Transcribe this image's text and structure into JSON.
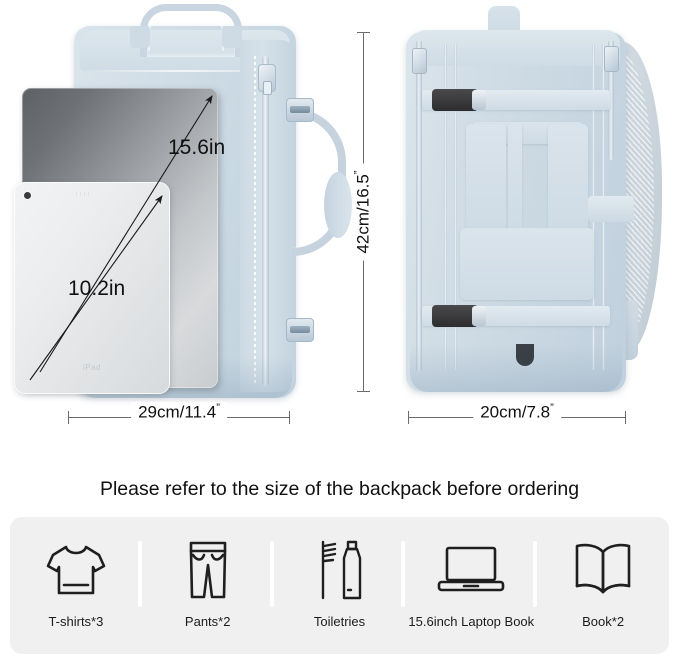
{
  "product": {
    "front_view": {
      "alt": "backpack-front-view",
      "laptop": {
        "label": "15.6in",
        "icon": "laptop-device"
      },
      "tablet": {
        "label": "10.2in",
        "icon": "tablet-device",
        "brand_text": "iPad"
      },
      "width_dim": {
        "value": "29cm/11.4",
        "unit_mark": "”"
      }
    },
    "side_view": {
      "alt": "backpack-side-view",
      "height_dim": {
        "value": "42cm/16.5",
        "unit_mark": "”"
      },
      "width_dim": {
        "value": "20cm/7.8",
        "unit_mark": "”"
      }
    }
  },
  "headline": "Please refer to the size of the backpack before ordering",
  "capacity": {
    "items": [
      {
        "icon": "tshirt-icon",
        "label": "T-shirts*3"
      },
      {
        "icon": "pants-icon",
        "label": "Pants*2"
      },
      {
        "icon": "toiletries-icon",
        "label": "Toiletries"
      },
      {
        "icon": "laptop-icon",
        "label": "15.6inch Laptop Book"
      },
      {
        "icon": "book-icon",
        "label": "Book*2"
      }
    ]
  },
  "colors": {
    "bag_fabric": "#cfdce5",
    "panel_background": "#f0f0f0",
    "divider": "#ffffff",
    "text": "#111111",
    "dimension_line": "#6b6b6b",
    "laptop_body": "#9a9ea2",
    "tablet_body": "#e9ebec"
  }
}
